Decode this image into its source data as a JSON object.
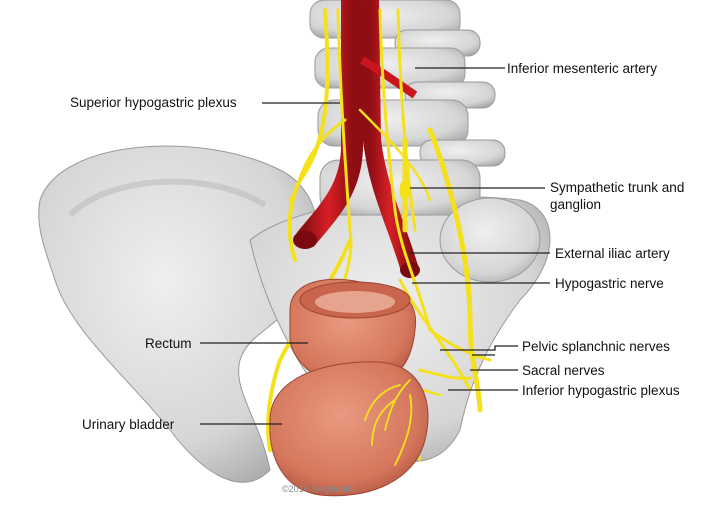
{
  "labels": {
    "inferior_mesenteric_artery": "Inferior mesenteric artery",
    "superior_hypogastric_plexus": "Superior hypogastric plexus",
    "sympathetic_trunk": "Sympathetic trunk and ganglion",
    "external_iliac_artery": "External iliac artery",
    "hypogastric_nerve": "Hypogastric nerve",
    "rectum": "Rectum",
    "pelvic_splanchnic_nerves": "Pelvic splanchnic nerves",
    "sacral_nerves": "Sacral nerves",
    "inferior_hypogastric_plexus": "Inferior hypogastric plexus",
    "urinary_bladder": "Urinary bladder"
  },
  "copyright": "©2016 SingHealth",
  "colors": {
    "bone": "#dcdcdc",
    "bone_shadow": "#b9b9b9",
    "nerve": "#f4e11c",
    "artery": "#c8161d",
    "organ": "#d87b63",
    "organ_dark": "#b85a46"
  }
}
